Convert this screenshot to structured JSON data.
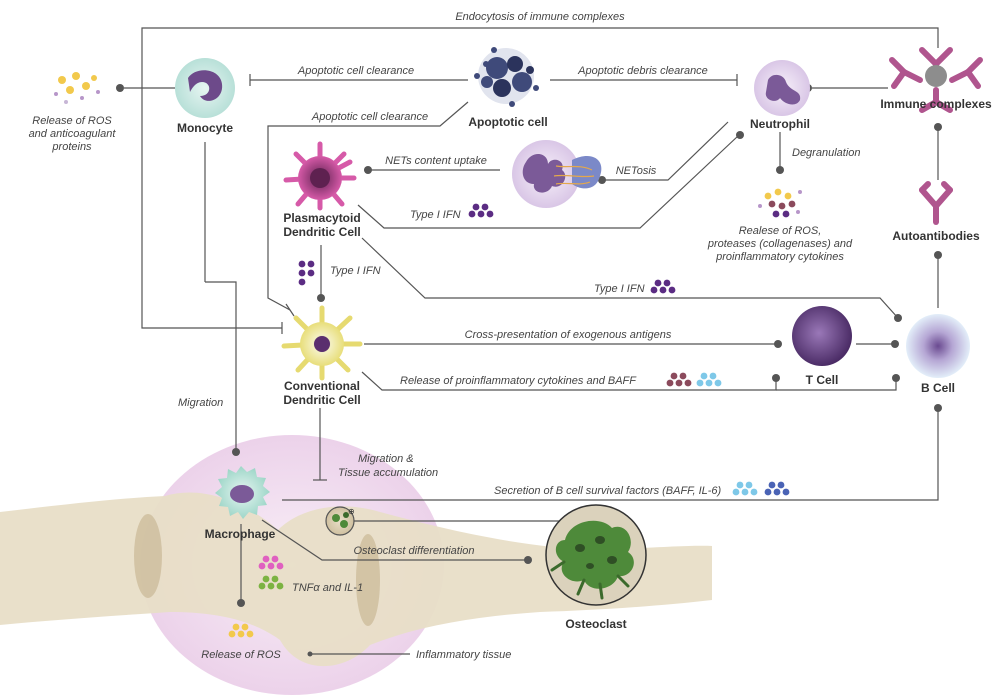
{
  "nodes": {
    "monocyte": "Monocyte",
    "apoptotic_cell": "Apoptotic cell",
    "neutrophil": "Neutrophil",
    "immune_complexes": "Immune complexes",
    "pdc_line1": "Plasmacytoid",
    "pdc_line2": "Dendritic Cell",
    "autoantibodies": "Autoantibodies",
    "cdc_line1": "Conventional",
    "cdc_line2": "Dendritic Cell",
    "t_cell": "T Cell",
    "b_cell": "B Cell",
    "macrophage": "Macrophage",
    "osteoclast": "Osteoclast"
  },
  "edges": {
    "endocytosis": "Endocytosis of immune complexes",
    "apoptotic_clearance_1": "Apoptotic cell clearance",
    "apoptotic_debris": "Apoptotic debris clearance",
    "apoptotic_clearance_2": "Apoptotic cell clearance",
    "nets_uptake": "NETs content uptake",
    "netosis": "NETosis",
    "degranulation": "Degranulation",
    "type1_ifn_1": "Type I IFN",
    "type1_ifn_2": "Type I IFN",
    "type1_ifn_3": "Type I IFN",
    "cross_presentation": "Cross-presentation of exogenous antigens",
    "release_cytokines_baff": "Release of proinflammatory cytokines and BAFF",
    "migration": "Migration",
    "migration_tissue_1": "Migration &",
    "migration_tissue_2": "Tissue accumulation",
    "secretion_b_cell": "Secretion of B cell survival factors (BAFF, IL-6)",
    "osteoclast_diff": "Osteoclast differentiation",
    "tnfa_il1": "TNFα and IL-1",
    "release_ros": "Release of ROS",
    "inflammatory_tissue": "Inflammatory tissue"
  },
  "notes": {
    "ros_anticoag_1": "Release of ROS",
    "ros_anticoag_2": "and anticoagulant",
    "ros_anticoag_3": "proteins",
    "neutro_release_1": "Realese of ROS,",
    "neutro_release_2": "proteases (collagenases) and",
    "neutro_release_3": "proinflammatory cytokines"
  },
  "colors": {
    "type1_ifn": "#5b2c83",
    "cytokine_red": "#8b4a5c",
    "baff_blue": "#7ec8e8",
    "il6_blue": "#4a63b5",
    "tnf_pink": "#e060c0",
    "il1_green": "#7cb342",
    "ros_yellow": "#f2c94c",
    "tissue_pink": "#f1dff0",
    "bone": "#e6dbc3",
    "osteoclast_green": "#4e8a3a",
    "antibody": "#b0558e"
  },
  "icons": [
    "immune-complex-icon",
    "antibody-icon",
    "apoptotic-cell-icon",
    "neutrophil-icon",
    "monocyte-icon",
    "dendritic-cell-icon",
    "t-cell-icon",
    "b-cell-icon",
    "macrophage-icon",
    "osteoclast-icon",
    "net-icon"
  ]
}
